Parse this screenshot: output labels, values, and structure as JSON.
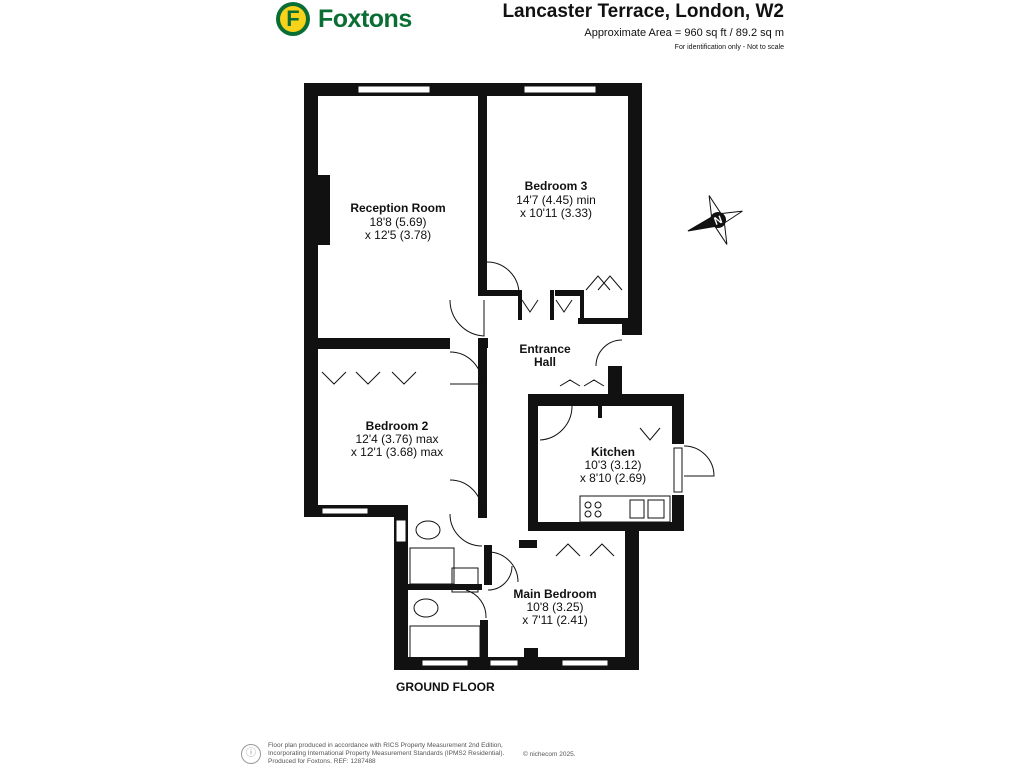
{
  "brand": {
    "name": "Foxtons",
    "mark": "F"
  },
  "header": {
    "title": "Lancaster Terrace, London, W2",
    "area": "Approximate Area = 960 sq ft / 89.2 sq m",
    "note": "For identification only - Not to scale"
  },
  "rooms": {
    "reception": {
      "name": "Reception Room",
      "dim1": "18'8 (5.69)",
      "dim2": "x 12'5 (3.78)"
    },
    "bedroom3": {
      "name": "Bedroom 3",
      "dim1": "14'7 (4.45) min",
      "dim2": "x 10'11 (3.33)"
    },
    "hall": {
      "name1": "Entrance",
      "name2": "Hall"
    },
    "bedroom2": {
      "name": "Bedroom 2",
      "dim1": "12'4 (3.76) max",
      "dim2": "x 12'1 (3.68) max"
    },
    "kitchen": {
      "name": "Kitchen",
      "dim1": "10'3 (3.12)",
      "dim2": "x 8'10 (2.69)"
    },
    "main_bedroom": {
      "name": "Main Bedroom",
      "dim1": "10'8 (3.25)",
      "dim2": "x 7'11 (2.41)"
    }
  },
  "compass": {
    "label": "N"
  },
  "floor": {
    "label": "GROUND FLOOR"
  },
  "footer": {
    "lines": [
      "Floor plan produced in accordance with RICS Property Measurement 2nd Edition,",
      "Incorporating International Property Measurement Standards (IPMS2 Residential).",
      "Produced for Foxtons.   REF: 1287488"
    ],
    "copyright": "© nichecom 2025."
  },
  "colors": {
    "wall": "#111111",
    "brand_green": "#0a6e34",
    "brand_yellow": "#f6d21a",
    "window": "#ffffff"
  }
}
